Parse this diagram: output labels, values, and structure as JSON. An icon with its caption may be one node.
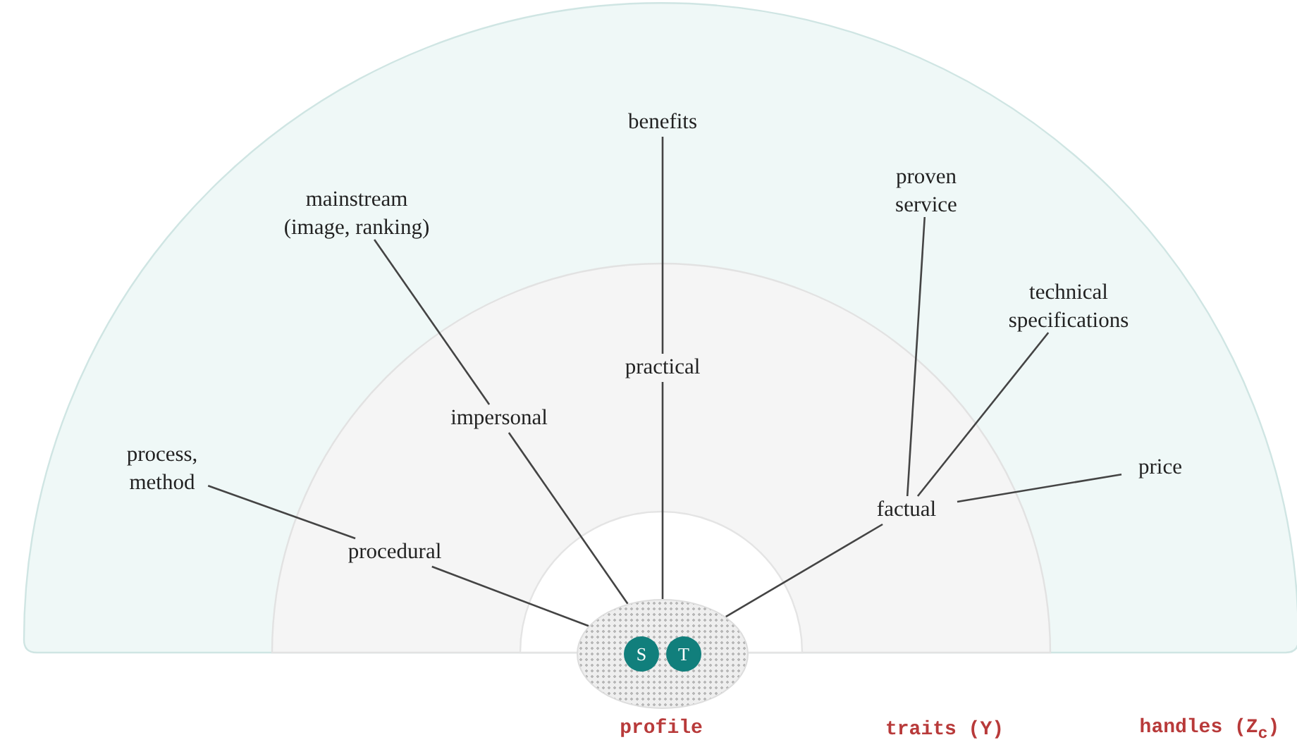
{
  "diagram": {
    "nodes": [
      {
        "text": [],
        "shape": "ellipse"
      },
      {
        "text": [
          "S"
        ],
        "in": 0
      },
      {
        "text": [
          "T"
        ],
        "in": 0
      },
      {
        "text": [
          "procedural"
        ]
      },
      {
        "text": [
          "impersonal"
        ]
      },
      {
        "text": [
          "practical"
        ]
      },
      {
        "text": [
          "factual"
        ]
      },
      {
        "text": [
          "process, method"
        ]
      },
      {
        "text": [
          "mainstream (image, ranking)"
        ]
      },
      {
        "text": [
          "benefits"
        ]
      },
      {
        "text": [
          "proven service"
        ]
      },
      {
        "text": [
          "technical specifications"
        ]
      },
      {
        "text": [
          "price"
        ]
      }
    ],
    "edges": [
      {
        "from": 0,
        "to": 3,
        "arrow": "none"
      },
      {
        "from": 0,
        "to": 4,
        "arrow": "none"
      },
      {
        "from": 0,
        "to": 5,
        "arrow": "none"
      },
      {
        "from": 0,
        "to": 6,
        "arrow": "none"
      },
      {
        "from": 3,
        "to": 7,
        "arrow": "none"
      },
      {
        "from": 4,
        "to": 8,
        "arrow": "none"
      },
      {
        "from": 5,
        "to": 9,
        "arrow": "none"
      },
      {
        "from": 6,
        "to": 10,
        "arrow": "none"
      },
      {
        "from": 6,
        "to": 11,
        "arrow": "none"
      },
      {
        "from": 6,
        "to": 12,
        "arrow": "none"
      }
    ],
    "labels": [
      "profile",
      "traits (Y)",
      "handles (Z$_{c}$)"
    ]
  }
}
